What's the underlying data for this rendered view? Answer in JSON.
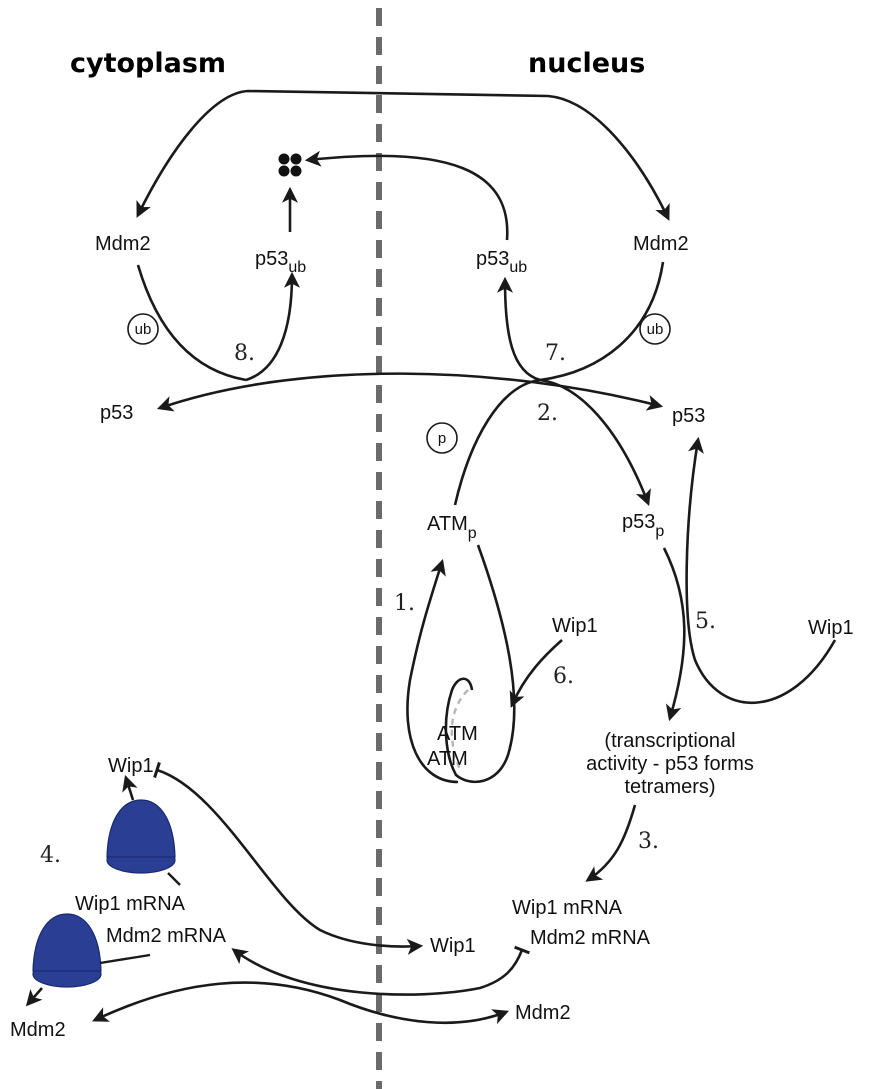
{
  "headers": {
    "cytoplasm": "cytoplasm",
    "nucleus": "nucleus"
  },
  "labels": {
    "mdm2_cyto": "Mdm2",
    "mdm2_nuc": "Mdm2",
    "p53ub_cyto_main": "p53",
    "p53ub_cyto_sub": "ub",
    "p53ub_nuc_main": "p53",
    "p53ub_nuc_sub": "ub",
    "ub_cyto": "ub",
    "ub_nuc": "ub",
    "p53_left": "p53",
    "p53_right": "p53",
    "p_circle": "p",
    "atm_p_main": "ATM",
    "atm_p_sub": "p",
    "p53_p_main": "p53",
    "p53_p_sub": "p",
    "atm_top": "ATM",
    "atm_bottom": "ATM",
    "wip1_mid": "Wip1",
    "wip1_right": "Wip1",
    "transcription_1": "(transcriptional",
    "transcription_2": "activity - p53 forms",
    "transcription_3": "tetramers)",
    "wip1_mrna_nuc": "Wip1 mRNA",
    "mdm2_mrna_nuc": "Mdm2 mRNA",
    "wip1_cyto_top": "Wip1",
    "wip1_mrna_cyto": "Wip1 mRNA",
    "mdm2_mrna_cyto": "Mdm2 mRNA",
    "wip1_nuc_bottom": "Wip1",
    "mdm2_cyto_bottom": "Mdm2",
    "mdm2_nuc_bottom": "Mdm2"
  },
  "steps": {
    "s1": "1.",
    "s2": "2.",
    "s3": "3.",
    "s4": "4.",
    "s5": "5.",
    "s6": "6.",
    "s7": "7.",
    "s8": "8."
  },
  "colors": {
    "ribosome": "#2a3f94",
    "ribosome_edge": "#1a2a6e",
    "divider": "#6b6b6b",
    "ink": "#1a1a1a"
  }
}
